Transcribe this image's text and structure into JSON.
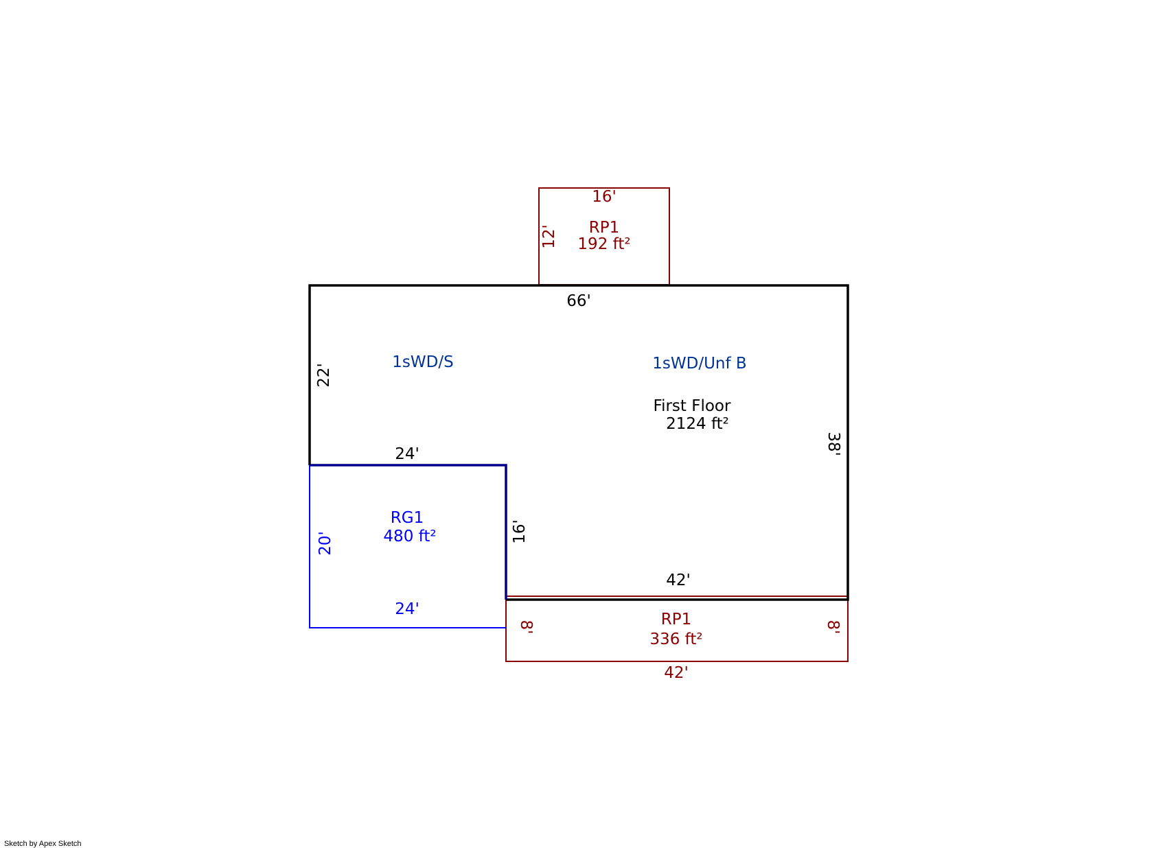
{
  "colors": {
    "main": "#000000",
    "garage": "#0000ff",
    "garage_shared": "#00008b",
    "porch": "#8b0000",
    "label_blue": "#003399"
  },
  "top_porch": {
    "name": "RP1",
    "area": "192 ft²",
    "width_dim": "16'",
    "depth_dim": "12'"
  },
  "main": {
    "top_dim": "66'",
    "left_dim": "22'",
    "right_dim": "38'",
    "notch_top_dim": "24'",
    "notch_side_dim": "16'",
    "bottom_dim": "42'",
    "section_left": "1sWD/S",
    "section_right": "1sWD/Unf B",
    "floor_name": "First Floor",
    "floor_area": "2124 ft²"
  },
  "garage": {
    "name": "RG1",
    "area": "480 ft²",
    "depth_dim": "20'",
    "width_dim": "24'"
  },
  "bottom_porch": {
    "name": "RP1",
    "area": "336 ft²",
    "left_dim": "8'",
    "right_dim": "8'",
    "width_dim": "42'"
  },
  "footer": {
    "credit": "Sketch by Apex Sketch"
  }
}
